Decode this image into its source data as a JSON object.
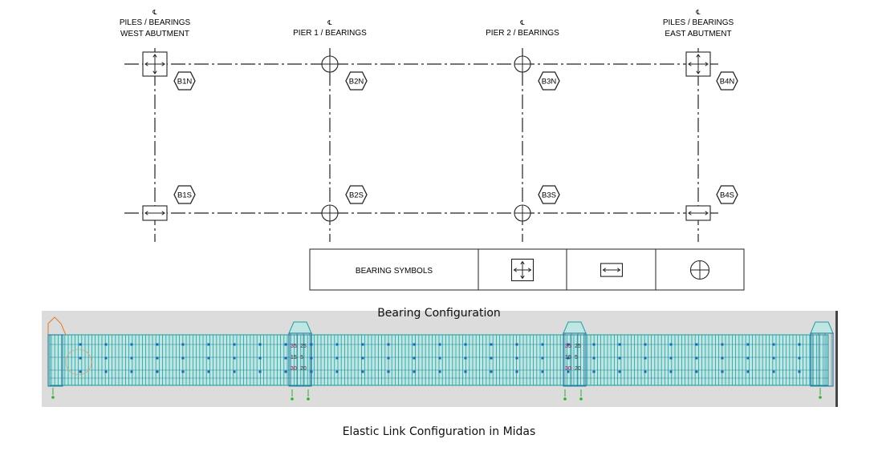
{
  "plan": {
    "axes": [
      {
        "cl": "℄",
        "line1": "PILES / BEARINGS",
        "line2": "WEST ABUTMENT"
      },
      {
        "cl": "℄",
        "line1": "PIER 1 / BEARINGS",
        "line2": ""
      },
      {
        "cl": "℄",
        "line1": "PIER 2 / BEARINGS",
        "line2": ""
      },
      {
        "cl": "℄",
        "line1": "PILES / BEARINGS",
        "line2": "EAST ABUTMENT"
      }
    ],
    "north_bearings": [
      "B1N",
      "B2N",
      "B3N",
      "B4N"
    ],
    "south_bearings": [
      "B1S",
      "B2S",
      "B3S",
      "B4S"
    ],
    "north_symbols": [
      "fixed-arrows",
      "circle",
      "circle",
      "fixed-arrows"
    ],
    "south_symbols": [
      "guided-arrow",
      "circle",
      "circle",
      "guided-arrow"
    ]
  },
  "legend": {
    "title": "BEARING SYMBOLS",
    "symbols": [
      "fixed-arrows",
      "guided-arrow",
      "circle"
    ]
  },
  "caption_top": "Bearing Configuration",
  "caption_bottom": "Elastic Link Configuration in Midas",
  "model": {
    "accent": "#1fa0a0",
    "pier_labels": [
      "35",
      "25",
      "15",
      "5",
      "30",
      "20"
    ]
  }
}
